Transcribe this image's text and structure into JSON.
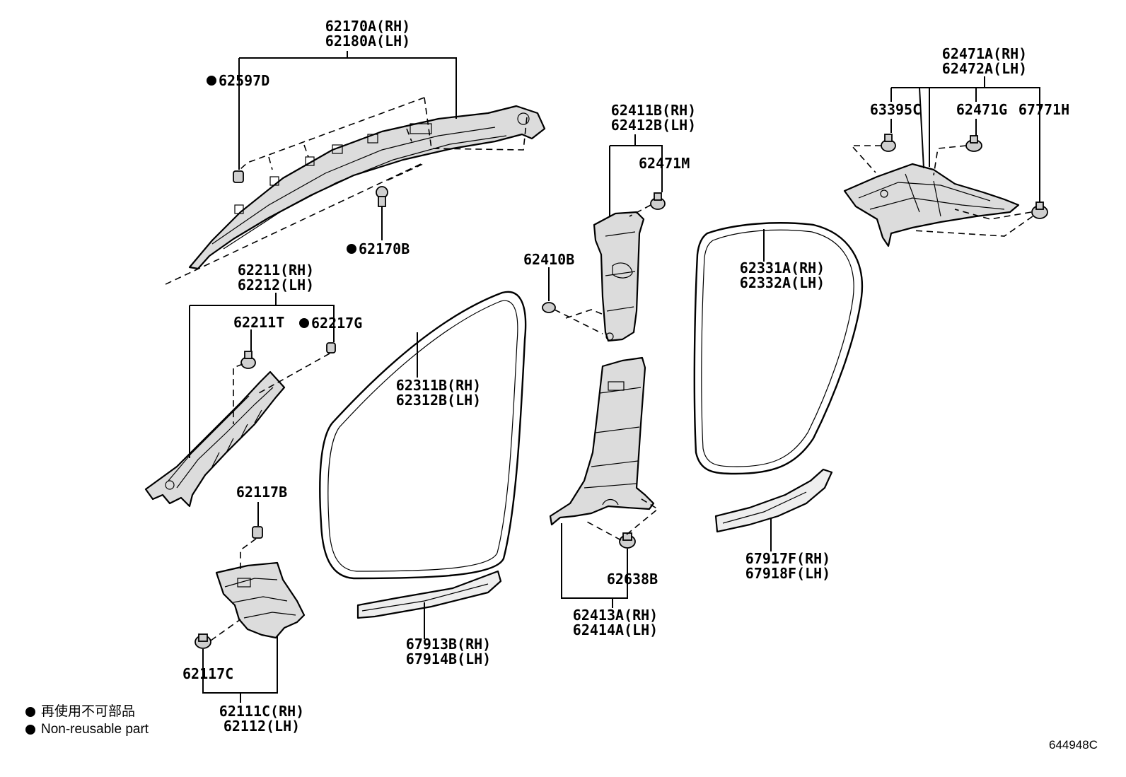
{
  "labels": {
    "roof_side_rh": "62170A(RH)",
    "roof_side_lh": "62180A(LH)",
    "clip_62597D": "62597D",
    "clip_62170B": "62170B",
    "front_pillar_rh": "62211(RH)",
    "front_pillar_lh": "62212(LH)",
    "clip_62211T": "62211T",
    "clip_62217G": "62217G",
    "clip_62117B": "62117B",
    "clip_62117C": "62117C",
    "cowl_side_rh": "62111C(RH)",
    "cowl_side_lh": "62112(LH)",
    "front_door_seal_rh": "62311B(RH)",
    "front_door_seal_lh": "62312B(LH)",
    "front_scuff_rh": "67913B(RH)",
    "front_scuff_lh": "67914B(LH)",
    "center_pillar_upper_rh": "62411B(RH)",
    "center_pillar_upper_lh": "62412B(LH)",
    "clip_62471M": "62471M",
    "clip_62410B": "62410B",
    "center_pillar_lower_rh": "62413A(RH)",
    "center_pillar_lower_lh": "62414A(LH)",
    "clip_62638B": "62638B",
    "rear_door_seal_rh": "62331A(RH)",
    "rear_door_seal_lh": "62332A(LH)",
    "rear_scuff_rh": "67917F(RH)",
    "rear_scuff_lh": "67918F(LH)",
    "quarter_trim_rh": "62471A(RH)",
    "quarter_trim_lh": "62472A(LH)",
    "clip_63395C": "63395C",
    "clip_62471G": "62471G",
    "clip_67771H": "67771H"
  },
  "legend": {
    "japanese": "再使用不可部品",
    "english": "Non-reusable part"
  },
  "diagram_id": "644948C"
}
